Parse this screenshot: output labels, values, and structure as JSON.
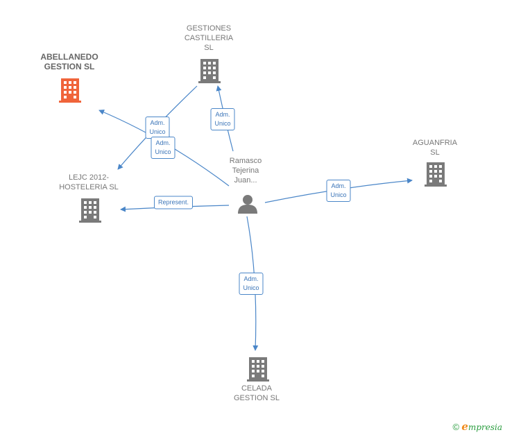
{
  "colors": {
    "edge": "#4a86c8",
    "building": "#7a7a7a",
    "building_main": "#f0643a",
    "person": "#7a7a7a"
  },
  "nodes": {
    "abellanedo": {
      "lines": [
        "ABELLANEDO",
        "GESTION  SL"
      ],
      "icon": "building-icon"
    },
    "gestiones": {
      "lines": [
        "GESTIONES",
        "CASTILLERIA",
        "SL"
      ],
      "icon": "building-icon"
    },
    "aguanfria": {
      "lines": [
        "AGUANFRIA",
        "SL"
      ],
      "icon": "building-icon"
    },
    "lejc": {
      "lines": [
        "LEJC 2012-",
        "HOSTELERIA SL"
      ],
      "icon": "building-icon"
    },
    "celada": {
      "lines": [
        "CELADA",
        "GESTION  SL"
      ],
      "icon": "building-icon"
    },
    "person": {
      "lines": [
        "Ramasco",
        "Tejerina",
        "Juan..."
      ],
      "icon": "person-icon"
    }
  },
  "edges": {
    "to_gestiones": [
      "Adm.",
      "Unico"
    ],
    "to_abellanedo": [
      "Adm.",
      "Unico"
    ],
    "to_lejc_adm": [
      "Adm.",
      "Unico"
    ],
    "to_lejc_rep": [
      "Represent."
    ],
    "to_aguanfria": [
      "Adm.",
      "Unico"
    ],
    "to_celada": [
      "Adm.",
      "Unico"
    ]
  },
  "brand": {
    "copyright": "©",
    "e": "e",
    "rest": "mpresia"
  }
}
